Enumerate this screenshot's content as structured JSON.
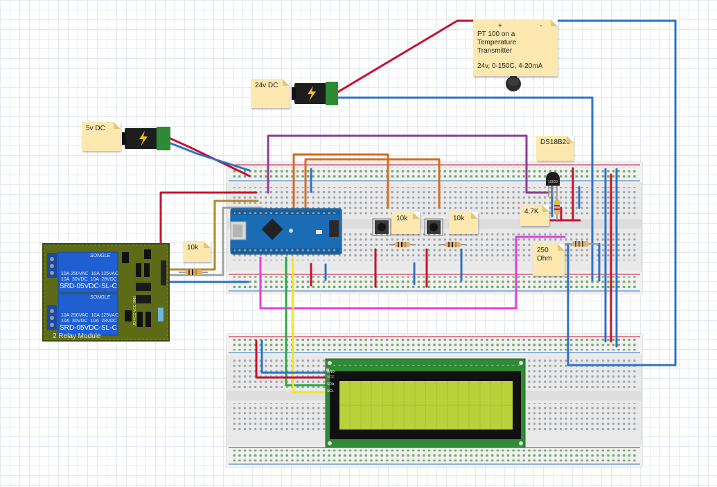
{
  "notes": {
    "pt100_plus": "+",
    "pt100_minus": "-",
    "pt100_line1": "PT 100 on a Temperature",
    "pt100_line2": "Transmitter",
    "pt100_line3": "24v, 0-150C, 4-20mA",
    "supply_24v": "24v DC",
    "supply_5v": "5v DC",
    "ds18b20": "DS18B20",
    "res_47k": "4,7K",
    "res_250": "250",
    "res_250_unit": "Ohm",
    "res_10k_relay": "10k",
    "res_10k_btn1": "10k",
    "res_10k_btn2": "10k"
  },
  "relay_module": {
    "brand_top": "SONGLE",
    "brand_bottom": "SONGLE",
    "rating_line1": "10A 250VAC  10A 125VAC",
    "rating_line2": "10A  30VDC  10A  28VDC",
    "model_top": "SRD-05VDC-SL-C",
    "model_bottom": "SRD-05VDC-SL-C",
    "footer": "2 Relay Module",
    "pin_labels": "JD-VCC VCC GND"
  },
  "lcd": {
    "pins": [
      "GND",
      "VCC",
      "SDA",
      "SCL"
    ]
  },
  "colors": {
    "wire_red": "#c8102e",
    "wire_blue": "#2a72c9",
    "wire_purple": "#8e3a94",
    "wire_orange": "#d96a1e",
    "wire_magenta": "#e040d8",
    "wire_yellow": "#f2e52a",
    "wire_green": "#27a844",
    "wire_olive": "#b08a2e",
    "note_fill": "#fde8b0",
    "nano_board": "#1a6db5",
    "relay_board": "#5d6b16",
    "relay_blue": "#1f5fd1",
    "lcd_pcb": "#2f8a35",
    "lcd_screen": "#b9d23c"
  },
  "icons": [
    "power-jack-icon",
    "lightning-icon",
    "pushbutton-icon",
    "transistor-icon"
  ]
}
